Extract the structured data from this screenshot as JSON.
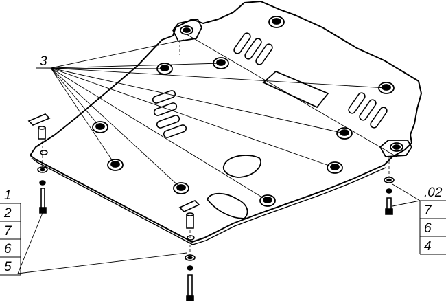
{
  "callouts": {
    "left": [
      "1",
      "2",
      "7",
      "6",
      "5"
    ],
    "right_title": ".02",
    "right": [
      "7",
      "6",
      "4"
    ],
    "top": "3"
  }
}
